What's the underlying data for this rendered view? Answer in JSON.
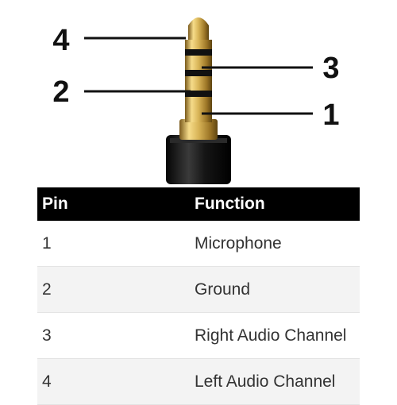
{
  "diagram": {
    "callouts": [
      {
        "label": "4"
      },
      {
        "label": "3"
      },
      {
        "label": "2"
      },
      {
        "label": "1"
      }
    ]
  },
  "table": {
    "headers": {
      "pin": "Pin",
      "function": "Function"
    },
    "rows": [
      {
        "pin": "1",
        "function": "Microphone"
      },
      {
        "pin": "2",
        "function": "Ground"
      },
      {
        "pin": "3",
        "function": "Right Audio Channel"
      },
      {
        "pin": "4",
        "function": "Left Audio Channel"
      }
    ]
  },
  "colors": {
    "header_bg": "#000000",
    "header_text": "#ffffff",
    "gold": "#c9a447",
    "stripe": "#f3f3f3"
  }
}
